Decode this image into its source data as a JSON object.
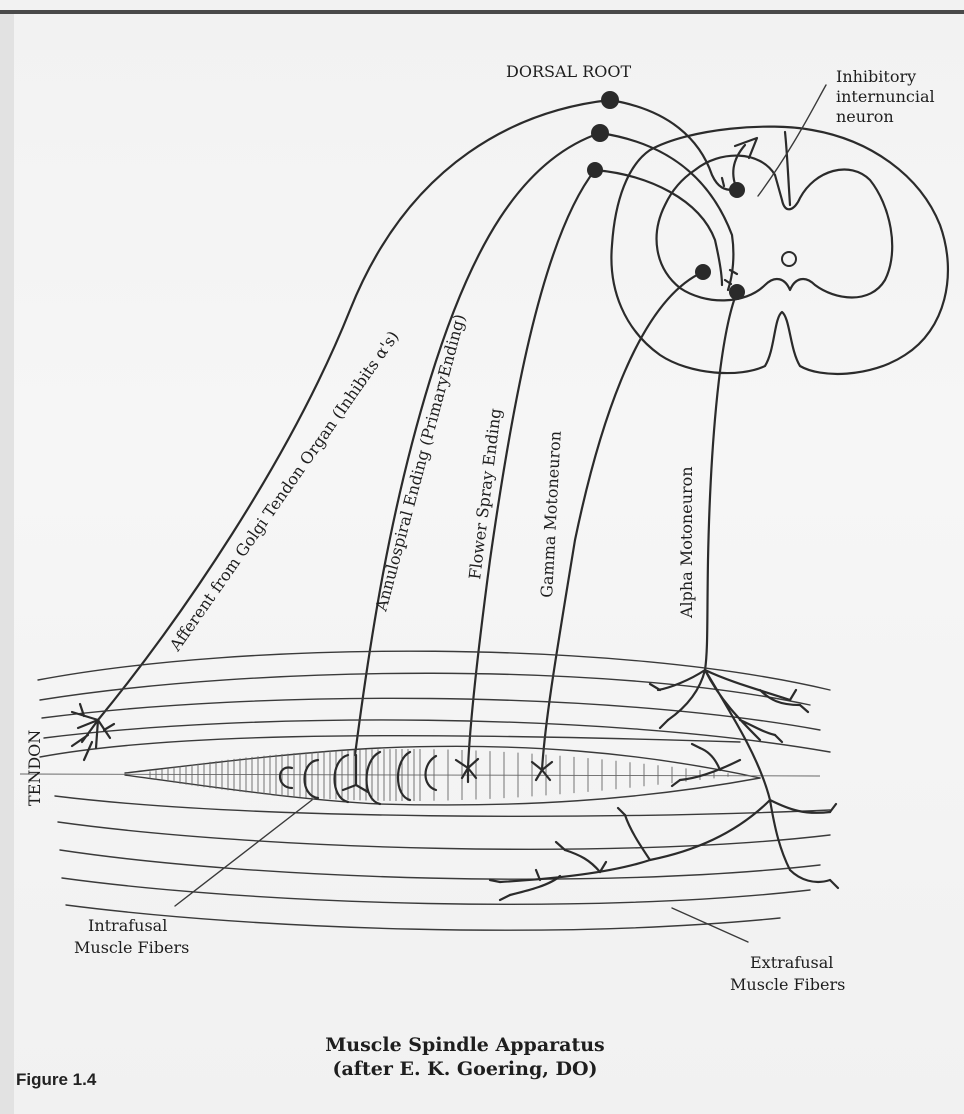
{
  "figure": {
    "title_line1": "Muscle Spindle Apparatus",
    "title_line2": "(after E. K. Goering, DO)",
    "figure_number": "Figure 1.4"
  },
  "labels": {
    "dorsal_root": "DORSAL ROOT",
    "inhibitory_line1": "Inhibitory",
    "inhibitory_line2": "internuncial",
    "inhibitory_line3": "neuron",
    "golgi_afferent": "Afferent from Golgi Tendon Organ (Inhibits α's)",
    "annulospiral": "Annulospiral Ending (PrimaryEnding)",
    "flower_spray": "Flower Spray Ending",
    "gamma": "Gamma Motoneuron",
    "alpha": "Alpha Motoneuron",
    "tendon": "TENDON",
    "intrafusal_line1": "Intrafusal",
    "intrafusal_line2": "Muscle Fibers",
    "extrafusal_line1": "Extrafusal",
    "extrafusal_line2": "Muscle Fibers"
  }
}
